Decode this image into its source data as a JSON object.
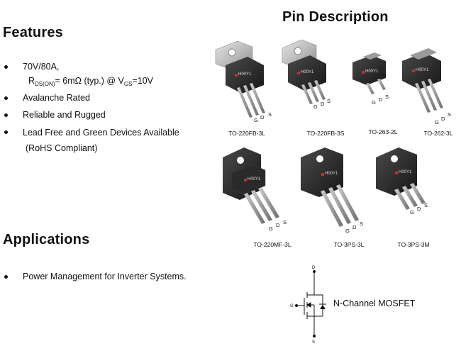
{
  "pin_description": {
    "title": "Pin Description"
  },
  "features": {
    "title": "Features",
    "rating": "70V/80A,",
    "rds": {
      "r": "R",
      "r_sub": "DS(ON)",
      "mid": "= 6mΩ (typ.) @ V",
      "v_sub": "GS",
      "end": "=10V"
    },
    "items": [
      "Avalanche Rated",
      "Reliable and Rugged",
      "Lead Free and Green Devices Available"
    ],
    "rohs": "(RoHS Compliant)"
  },
  "applications": {
    "title": "Applications",
    "items": [
      "Power Management for Inverter Systems."
    ]
  },
  "packages": [
    {
      "label": "TO-220FB-3L",
      "marking": "H00Y1"
    },
    {
      "label": "TO-220FB-3S",
      "marking": "H00Y1"
    },
    {
      "label": "TO-263-2L",
      "marking": "H00Y1"
    },
    {
      "label": "TO-262-3L",
      "marking": "H00Y1"
    },
    {
      "label": "TO-220MF-3L",
      "marking": "H00Y1"
    },
    {
      "label": "TO-3PS-3L",
      "marking": "H00Y1"
    },
    {
      "label": "TO-3PS-3M",
      "marking": "H00Y1"
    }
  ],
  "pins": {
    "g": "G",
    "d": "D",
    "s": "S"
  },
  "schematic": {
    "label": "N-Channel MOSFET",
    "d": "D",
    "g": "G",
    "s": "S"
  }
}
